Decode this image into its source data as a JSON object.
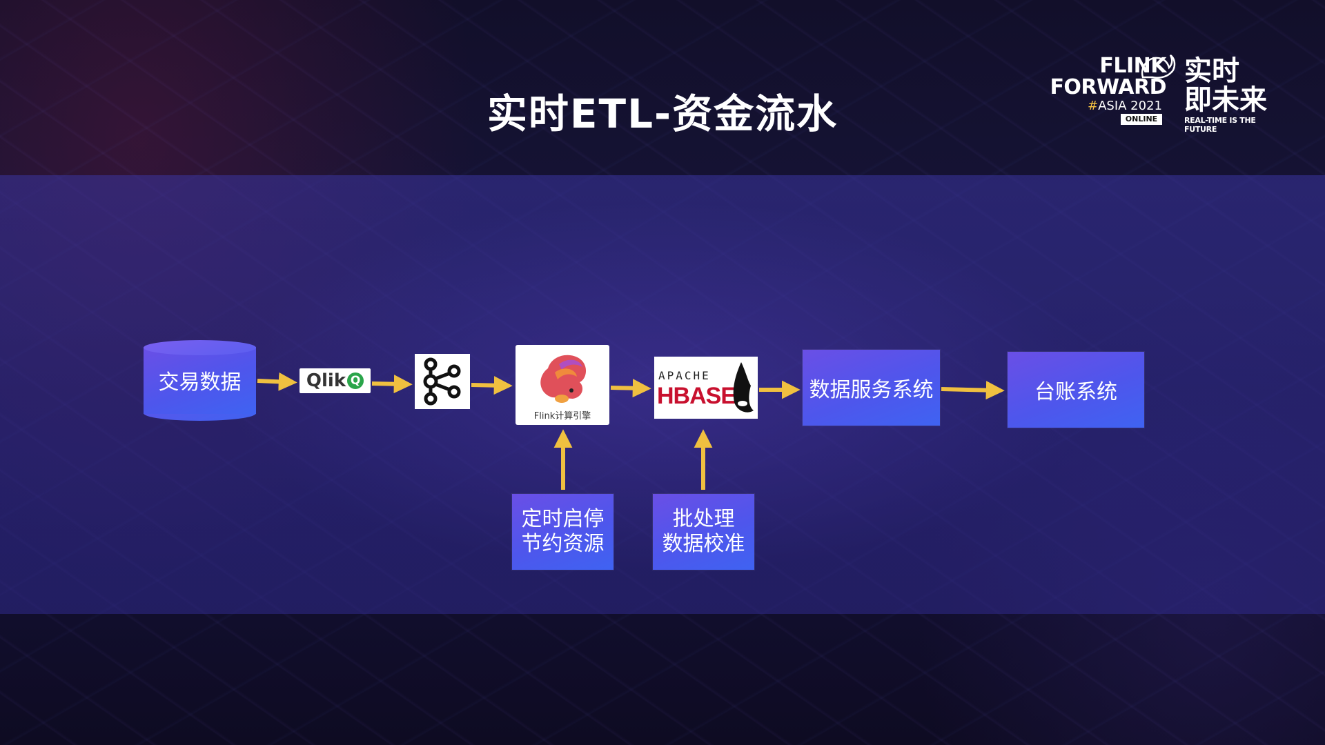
{
  "slide": {
    "title": "实时ETL-资金流水"
  },
  "logo": {
    "line1": "FLINK",
    "line2": "FORWARD",
    "edition_hash": "#",
    "edition": "ASIA 2021",
    "badge": "ONLINE",
    "cn_line1": "实时",
    "cn_line2": "即未来",
    "tagline": "REAL-TIME IS THE FUTURE"
  },
  "diagram": {
    "source_db": "交易数据",
    "qlik_label": "Qlik",
    "qlik_mark": "Q",
    "flink_caption": "Flink计算引擎",
    "hbase_apache": "APACHE",
    "hbase_name": "HBASE",
    "data_service": "数据服务系统",
    "ledger": "台账系统",
    "schedule_line1": "定时启停",
    "schedule_line2": "节约资源",
    "batch_line1": "批处理",
    "batch_line2": "数据校准",
    "arrow_color": "#f0c040",
    "box_color": "#4e56ec"
  }
}
